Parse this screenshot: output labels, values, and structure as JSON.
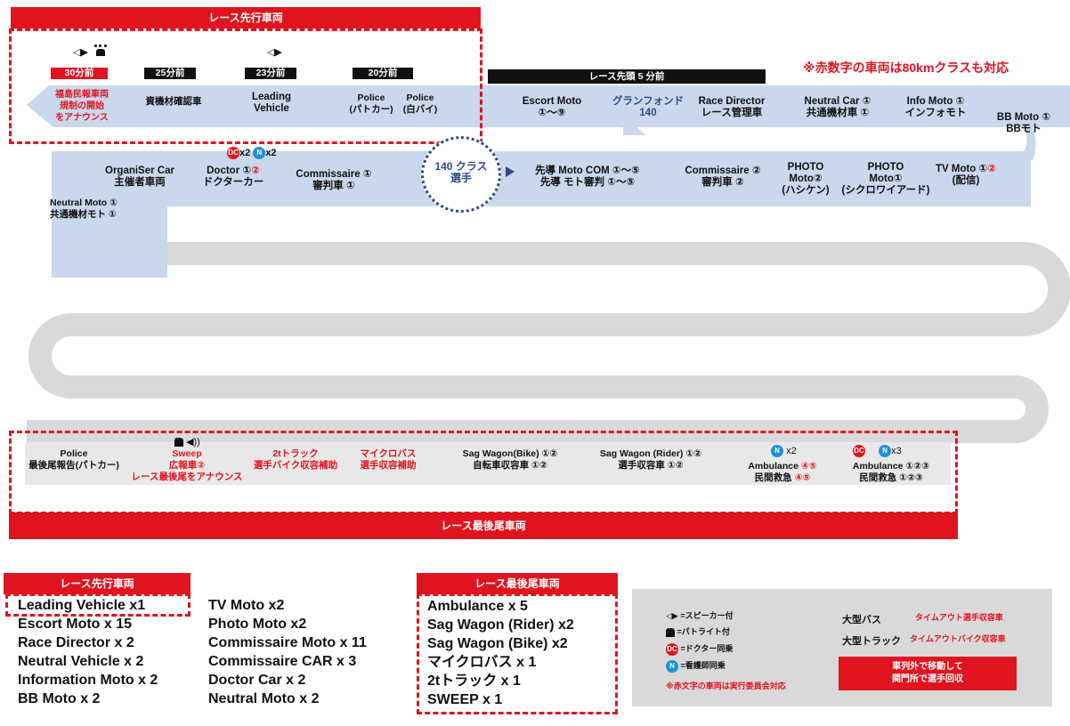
{
  "banners": {
    "lead_title": "レース先行車両",
    "head_bar": "レース先頭 5 分前",
    "note_80km": "※赤数字の車両は80kmクラスも対応",
    "tail_title": "レース最後尾車両"
  },
  "lead_group": {
    "times": [
      "30分前",
      "25分前",
      "23分前",
      "20分前"
    ],
    "fukushima": [
      "福島民報車両",
      "規制の開始",
      "をアナウンス"
    ],
    "shizai": "資機材確認車",
    "leading": [
      "Leading",
      "Vehicle"
    ],
    "police1": [
      "Police",
      "(パトカー)"
    ],
    "police2": [
      "Police",
      "(白バイ)"
    ]
  },
  "row1": {
    "escort": [
      "Escort Moto",
      "①～⑨"
    ],
    "granfondo": [
      "グランフォンド",
      "140"
    ],
    "race_director": [
      "Race Director",
      "レース管理車"
    ],
    "neutral_car_a": "Neutral Car ",
    "neutral_car_b": "①",
    "neutral_car_2": "共通機材車 ①",
    "info_moto": [
      "Info Moto ①",
      "インフォモト"
    ],
    "bb_moto": [
      "BB Moto ①",
      "BBモト"
    ]
  },
  "row2": {
    "organiser": [
      "OrganiSer Car",
      "主催者車両"
    ],
    "doctor_badges": {
      "dc": "DC",
      "dc_x": "x2",
      "n": "N",
      "n_x": "x2"
    },
    "doctor_a": "Doctor ①",
    "doctor_b": "②",
    "doctor_2": "ドクターカー",
    "commissaire1": [
      "Commissaire ①",
      "審判車 ①"
    ],
    "riders": [
      "140 クラス",
      "選手"
    ],
    "sendo": [
      "先導 Moto COM ①～⑤",
      "先導 モト審判 ①～⑤"
    ],
    "commissaire2": [
      "Commissaire ②",
      "審判車 ②"
    ],
    "photo2": [
      "PHOTO",
      "Moto②",
      "(ハシケン)"
    ],
    "photo1": [
      "PHOTO",
      "Moto①",
      "(シクロワイアード)"
    ],
    "tv_moto_a": "TV Moto ①",
    "tv_moto_b": "②",
    "tv_moto_2": "(配信)",
    "neutral_moto": [
      "Neutral Moto ①",
      "共通機材モト ①"
    ]
  },
  "tail_group": {
    "police": [
      "Police",
      "最後尾報告(パトカー)"
    ],
    "sweep": [
      "Sweep",
      "広報車②",
      "レース最後尾をアナウンス"
    ],
    "truck2t": [
      "2tトラック",
      "選手バイク収容補助"
    ],
    "microbus": [
      "マイクロバス",
      "選手収容補助"
    ],
    "sag_bike": [
      "Sag Wagon(Bike) ①②",
      "自転車収容車 ①②"
    ],
    "sag_rider": [
      "Sag Wagon (Rider) ①②",
      "選手収容車 ①②"
    ],
    "amb1_badge": {
      "n": "N",
      "x": "x2"
    },
    "amb1_a": "Ambulance ",
    "amb1_b": "④⑤",
    "amb1_c": "民間救急 ",
    "amb1_d": "④⑤",
    "amb2_badge": {
      "dc": "DC",
      "n": "N",
      "x": "x3"
    },
    "amb2": [
      "Ambulance ①②③",
      "民間救急 ①②③"
    ]
  },
  "counts": {
    "lead_label": "レース先行車両",
    "col1": [
      "Leading Vehicle x1",
      "Escort Moto x 15",
      "Race Director x 2",
      "Neutral Vehicle x 2",
      "Information Moto x 2",
      "BB Moto x 2"
    ],
    "col2": [
      "TV Moto x2",
      "Photo Moto x2",
      "Commissaire Moto x 11",
      "Commissaire CAR x 3",
      "Doctor Car x 2",
      "Neutral Moto x 2"
    ],
    "tail_label": "レース最後尾車両",
    "col3": [
      "Ambulance x 5",
      "Sag Wagon (Rider) x2",
      "Sag Wagon (Bike) x2",
      "マイクロバス x 1",
      "2tトラック x 1",
      "SWEEP x 1"
    ]
  },
  "legend": {
    "speaker": "=スピーカー付",
    "patlight": "=パトライト付",
    "dc_badge": "DC",
    "doctor": "=ドクター同乗",
    "n_badge": "N",
    "nurse": "=看護師同乗",
    "note": "※赤文字の車両は実行委員会対応",
    "bus": "大型バス",
    "bus_desc": "タイムアウト選手収容車",
    "truck": "大型トラック",
    "truck_desc": "タイムアウトバイク収容車",
    "box": [
      "車列外で移動して",
      "関門所で選手回収"
    ]
  },
  "colors": {
    "red": "#e0141e",
    "route": "#c9d8ec",
    "grey_route": "#d9d9d9",
    "nurse": "#1e90d6"
  }
}
